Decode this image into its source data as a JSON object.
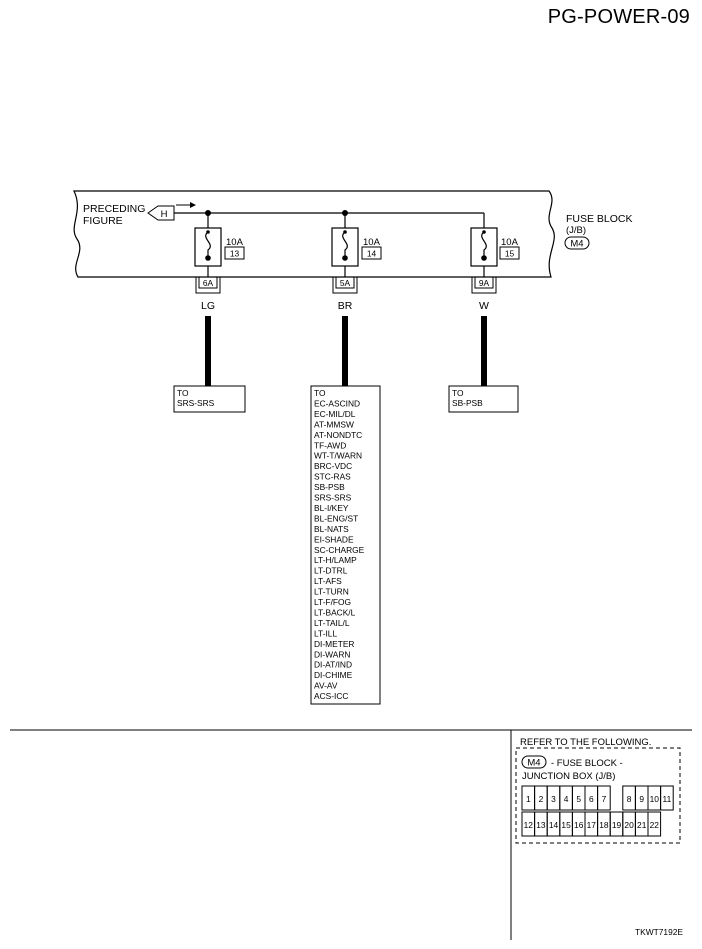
{
  "page": {
    "title": "PG-POWER-09",
    "code": "TKWT7192E"
  },
  "junction_box": {
    "label_line1": "FUSE BLOCK",
    "label_line2": "(J/B)",
    "connector": "M4"
  },
  "preceding": {
    "line1": "PRECEDING",
    "line2": "FIGURE",
    "connector_letter": "H"
  },
  "fuses": [
    {
      "amp": "10A",
      "number": "13",
      "terminal": "6A",
      "wire_color": "LG",
      "destination_header": "TO",
      "destinations": [
        "SRS-SRS"
      ]
    },
    {
      "amp": "10A",
      "number": "14",
      "terminal": "5A",
      "wire_color": "BR",
      "destination_header": "TO",
      "destinations": [
        "EC-ASCIND",
        "EC-MIL/DL",
        "AT-MMSW",
        "AT-NONDTC",
        "TF-AWD",
        "WT-T/WARN",
        "BRC-VDC",
        "STC-RAS",
        "SB-PSB",
        "SRS-SRS",
        "BL-I/KEY",
        "BL-ENG/ST",
        "BL-NATS",
        "EI-SHADE",
        "SC-CHARGE",
        "LT-H/LAMP",
        "LT-DTRL",
        "LT-AFS",
        "LT-TURN",
        "LT-F/FOG",
        "LT-BACK/L",
        "LT-TAIL/L",
        "LT-ILL",
        "DI-METER",
        "DI-WARN",
        "DI-AT/IND",
        "DI-CHIME",
        "AV-AV",
        "ACS-ICC"
      ]
    },
    {
      "amp": "10A",
      "number": "15",
      "terminal": "9A",
      "wire_color": "W",
      "destination_header": "TO",
      "destinations": [
        "SB-PSB"
      ]
    }
  ],
  "legend": {
    "title": "REFER TO THE FOLLOWING.",
    "connector": "M4",
    "desc_line1": "- FUSE BLOCK -",
    "desc_line2": "JUNCTION BOX (J/B)",
    "pins_row1": [
      "1",
      "2",
      "3",
      "4",
      "5",
      "6",
      "7",
      "",
      "8",
      "9",
      "10",
      "11"
    ],
    "pins_row2": [
      "12",
      "13",
      "14",
      "15",
      "16",
      "17",
      "18",
      "19",
      "20",
      "21",
      "22"
    ]
  }
}
